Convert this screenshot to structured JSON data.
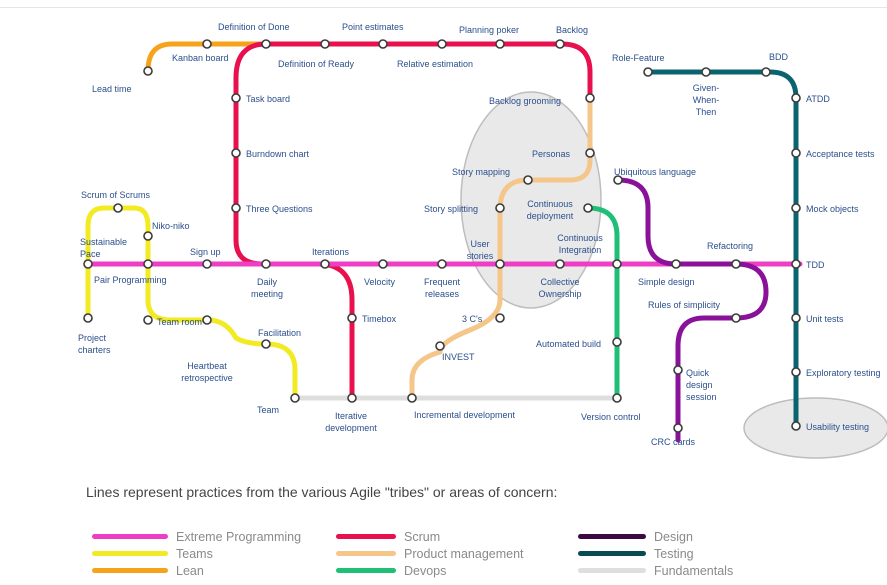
{
  "colors": {
    "xp": "#ee3ec5",
    "teams": "#f2ea22",
    "lean": "#f7a21b",
    "scrum": "#e8104d",
    "product": "#f5c68a",
    "devops": "#1fbf77",
    "design": "#8a1199",
    "testing": "#0a6470",
    "fundamentals": "#dedede",
    "label": "#2b4f8c",
    "highlight": "#cfcfcf"
  },
  "stations": {
    "lead_time": "Lead time",
    "kanban_board": "Kanban board",
    "definition_of_done": "Definition of Done",
    "definition_of_ready": "Definition of Ready",
    "point_estimates": "Point estimates",
    "relative_estimation": "Relative estimation",
    "planning_poker": "Planning poker",
    "backlog": "Backlog",
    "task_board": "Task board",
    "backlog_grooming": "Backlog grooming",
    "burndown_chart": "Burndown chart",
    "personas": "Personas",
    "story_mapping": "Story mapping",
    "story_splitting": "Story splitting",
    "continuous_deployment": "Continuous deployment",
    "continuous_integration": "Continuous Integration",
    "three_questions": "Three Questions",
    "scrum_of_scrums": "Scrum of Scrums",
    "niko_niko": "Niko-niko",
    "sustainable_pace": "Sustainable Pace",
    "pair_programming": "Pair Programming",
    "sign_up": "Sign up",
    "iterations": "Iterations",
    "daily_meeting": "Daily meeting",
    "velocity": "Velocity",
    "frequent_releases": "Frequent releases",
    "user_stories": "User stories",
    "collective_ownership": "Collective Ownership",
    "timebox": "Timebox",
    "three_cs": "3 C's",
    "invest": "INVEST",
    "project_charters": "Project charters",
    "team_room": "Team room",
    "heartbeat_retrospective": "Heartbeat retrospective",
    "facilitation": "Facilitation",
    "team": "Team",
    "iterative_development": "Iterative development",
    "incremental_development": "Incremental development",
    "automated_build": "Automated build",
    "version_control": "Version control",
    "role_feature": "Role-Feature",
    "given_when_then": "Given-When-Then",
    "bdd": "BDD",
    "atdd": "ATDD",
    "ubiquitous_language": "Ubiquitous language",
    "acceptance_tests": "Acceptance tests",
    "mock_objects": "Mock objects",
    "refactoring": "Refactoring",
    "simple_design": "Simple design",
    "tdd": "TDD",
    "rules_of_simplicity": "Rules of simplicity",
    "unit_tests": "Unit tests",
    "quick_design_session": "Quick design session",
    "exploratory_testing": "Exploratory testing",
    "crc_cards": "CRC cards",
    "usability_testing": "Usability testing"
  },
  "legend": {
    "title": "Lines represent practices from the various Agile \"tribes\" or areas of concern:",
    "extreme_programming": "Extreme Programming",
    "scrum": "Scrum",
    "design": "Design",
    "teams": "Teams",
    "product_management": "Product management",
    "testing": "Testing",
    "lean": "Lean",
    "devops": "Devops",
    "fundamentals": "Fundamentals"
  }
}
